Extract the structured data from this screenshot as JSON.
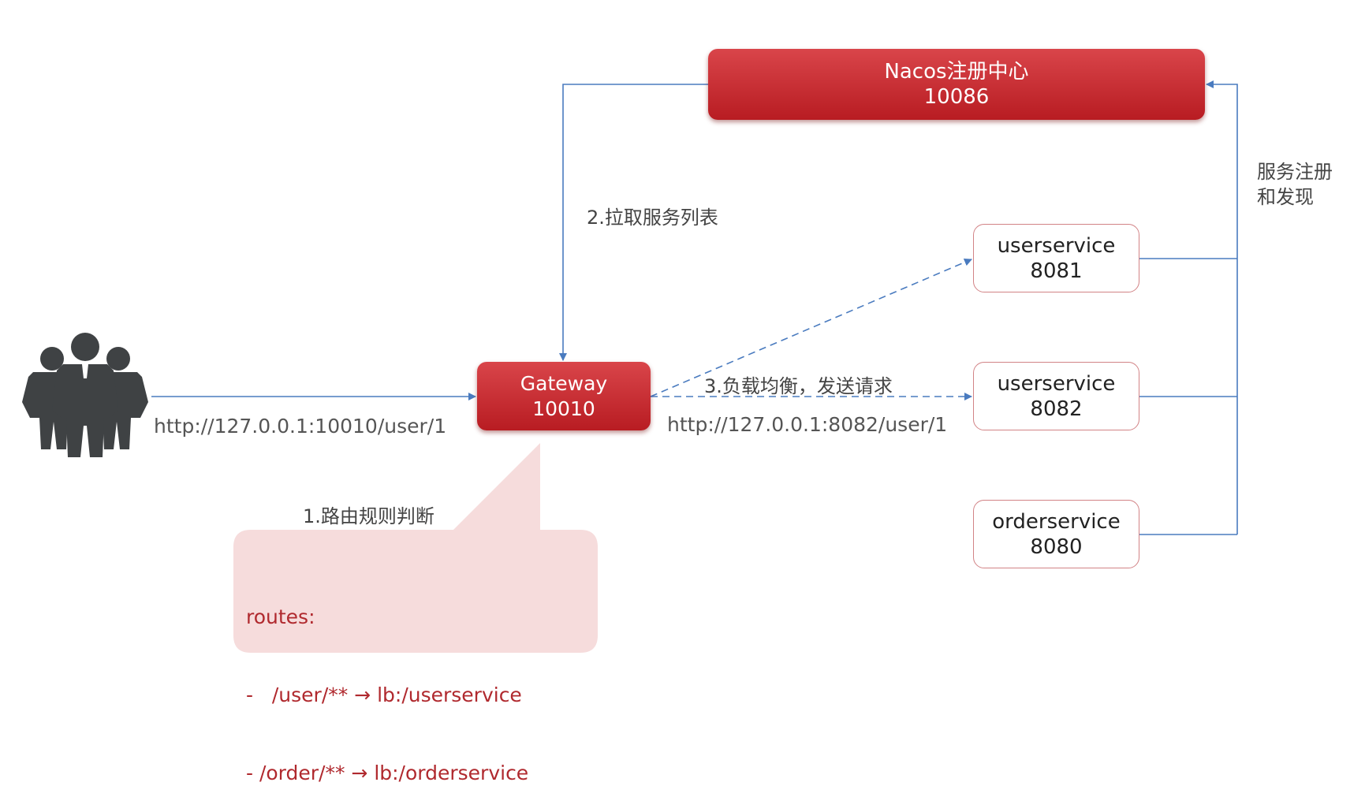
{
  "nacos": {
    "name": "Nacos注册中心",
    "port": "10086"
  },
  "gateway": {
    "name": "Gateway",
    "port": "10010"
  },
  "services": [
    {
      "name": "userservice",
      "port": "8081"
    },
    {
      "name": "userservice",
      "port": "8082"
    },
    {
      "name": "orderservice",
      "port": "8080"
    }
  ],
  "labels": {
    "pull_list": "2.拉取服务列表",
    "load_balance": "3.负载均衡，发送请求",
    "route_judge": "1.路由规则判断",
    "register_line1": "服务注册",
    "register_line2": "和发现",
    "client_url": "http://127.0.0.1:10010/user/1",
    "service_url": "http://127.0.0.1:8082/user/1"
  },
  "routes": {
    "title": "routes:",
    "rule1": "-   /user/** → lb:/userservice",
    "rule2": "- /order/** → lb:/orderservice"
  },
  "colors": {
    "brand_red": "#c62828",
    "line_blue": "#4a7bbf",
    "callout_pink": "#f6dcdc",
    "people_gray": "#3f4244"
  }
}
